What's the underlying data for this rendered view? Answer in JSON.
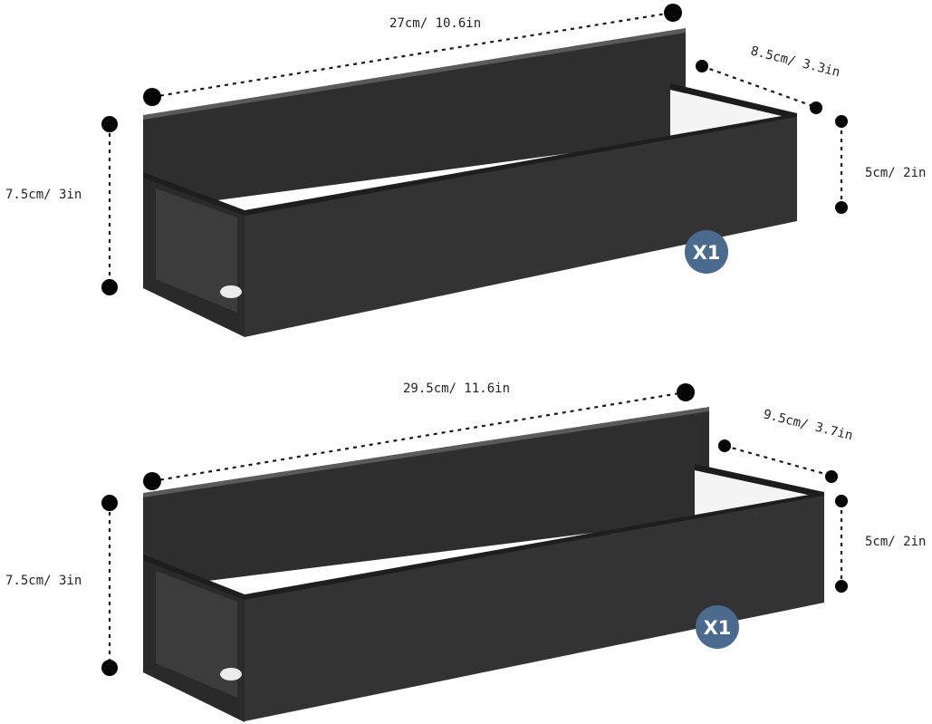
{
  "shelves": [
    {
      "length_label": "27cm/ 10.6in",
      "depth_label": "8.5cm/ 3.3in",
      "height_label": "7.5cm/ 3in",
      "front_label": "5cm/ 2in",
      "quantity_label": "X1"
    },
    {
      "length_label": "29.5cm/ 11.6in",
      "depth_label": "9.5cm/ 3.7in",
      "height_label": "7.5cm/ 3in",
      "front_label": "5cm/ 2in",
      "quantity_label": "X1"
    }
  ],
  "colors": {
    "shelf_dark": "#2b2b2b",
    "shelf_mid": "#333333",
    "shelf_light": "#3a3a3a",
    "badge": "#4a6a8e",
    "dimension_line": "#1a1a1a"
  }
}
